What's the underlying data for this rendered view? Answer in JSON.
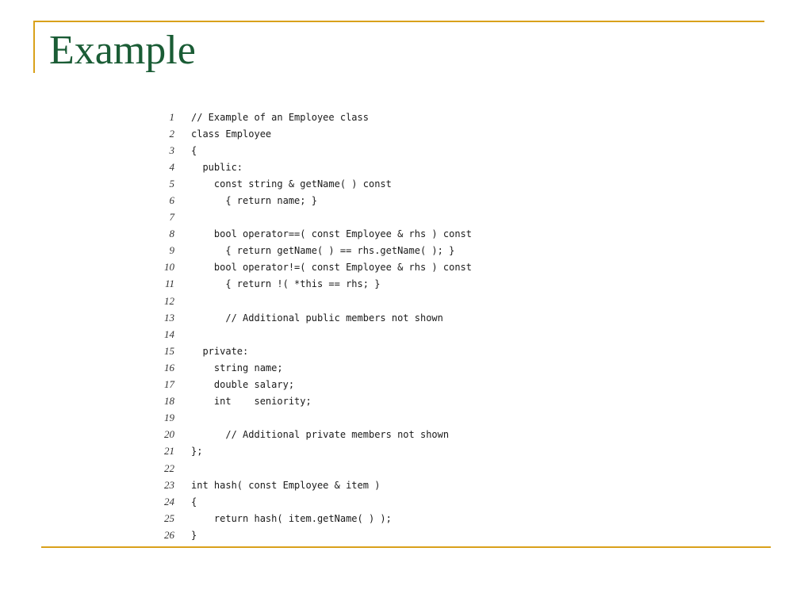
{
  "slide": {
    "title": "Example",
    "accent_color": "#d9a11b",
    "title_color": "#1a5c35"
  },
  "code": {
    "lines": [
      {
        "num": "1",
        "text": "// Example of an Employee class"
      },
      {
        "num": "2",
        "text": "class Employee"
      },
      {
        "num": "3",
        "text": "{"
      },
      {
        "num": "4",
        "text": "  public:"
      },
      {
        "num": "5",
        "text": "    const string & getName( ) const"
      },
      {
        "num": "6",
        "text": "      { return name; }"
      },
      {
        "num": "7",
        "text": ""
      },
      {
        "num": "8",
        "text": "    bool operator==( const Employee & rhs ) const"
      },
      {
        "num": "9",
        "text": "      { return getName( ) == rhs.getName( ); }"
      },
      {
        "num": "10",
        "text": "    bool operator!=( const Employee & rhs ) const"
      },
      {
        "num": "11",
        "text": "      { return !( *this == rhs; }"
      },
      {
        "num": "12",
        "text": ""
      },
      {
        "num": "13",
        "text": "      // Additional public members not shown"
      },
      {
        "num": "14",
        "text": ""
      },
      {
        "num": "15",
        "text": "  private:"
      },
      {
        "num": "16",
        "text": "    string name;"
      },
      {
        "num": "17",
        "text": "    double salary;"
      },
      {
        "num": "18",
        "text": "    int    seniority;"
      },
      {
        "num": "19",
        "text": ""
      },
      {
        "num": "20",
        "text": "      // Additional private members not shown"
      },
      {
        "num": "21",
        "text": "};"
      },
      {
        "num": "22",
        "text": ""
      },
      {
        "num": "23",
        "text": "int hash( const Employee & item )"
      },
      {
        "num": "24",
        "text": "{"
      },
      {
        "num": "25",
        "text": "    return hash( item.getName( ) );"
      },
      {
        "num": "26",
        "text": "}"
      }
    ]
  }
}
